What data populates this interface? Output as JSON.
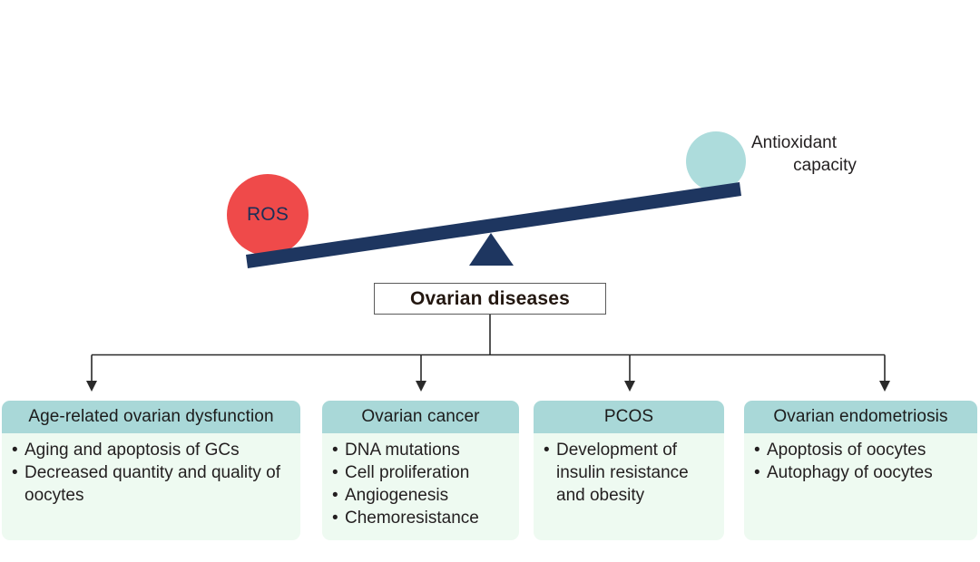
{
  "scale": {
    "ros": {
      "label": "ROS",
      "color": "#ef4a4a",
      "text_color": "#1b2f57"
    },
    "antioxidant": {
      "label_line1": "Antioxidant",
      "label_line2": "capacity",
      "color": "#addcdc",
      "text_color": "#231f20"
    },
    "beam_color": "#1e3660",
    "fulcrum_color": "#1e3660"
  },
  "central": {
    "title": "Ovarian diseases",
    "border_color": "#5b5b5b",
    "text_color": "#231710"
  },
  "connector": {
    "line_color": "#2a2a2a"
  },
  "cards": [
    {
      "title": "Age-related ovarian dysfunction",
      "bullets": [
        "Aging and apoptosis of GCs",
        "Decreased quantity and quality of oocytes"
      ]
    },
    {
      "title": "Ovarian cancer",
      "bullets": [
        "DNA mutations",
        "Cell proliferation",
        "Angiogenesis",
        "Chemoresistance"
      ]
    },
    {
      "title": "PCOS",
      "bullets": [
        "Development of insulin resistance and obesity"
      ]
    },
    {
      "title": "Ovarian endometriosis",
      "bullets": [
        "Apoptosis of oocytes",
        "Autophagy of oocytes"
      ]
    }
  ],
  "theme": {
    "card_header_color": "#a9d8d8",
    "card_body_color": "#eefaf1",
    "background": "#ffffff"
  }
}
